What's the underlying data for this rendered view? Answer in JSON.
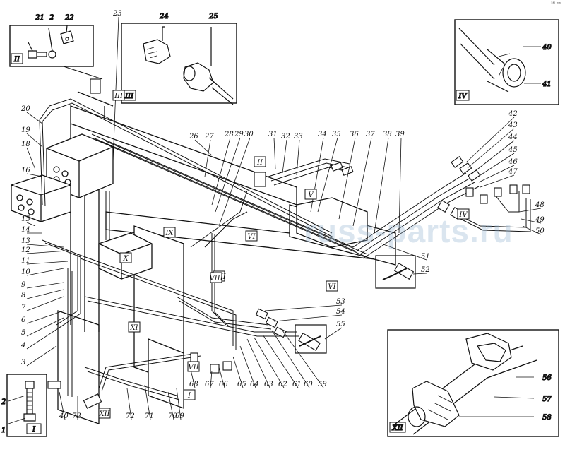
{
  "corner_mark": "⁵ᴹ ʷʷ",
  "watermark": "russ-parts.ru",
  "insets": [
    {
      "id": "II",
      "numbers": [
        "21",
        "2",
        "22"
      ]
    },
    {
      "id": "III",
      "numbers": [
        "24",
        "25"
      ]
    },
    {
      "id": "IV",
      "numbers": [
        "40",
        "41"
      ]
    },
    {
      "id": "I",
      "numbers": [
        "2",
        "1"
      ]
    },
    {
      "id": "XII",
      "numbers": [
        "56",
        "57",
        "58"
      ]
    }
  ],
  "view_marks": [
    "II",
    "V",
    "VI",
    "VI",
    "IX",
    "X",
    "VIII",
    "VII",
    "VIII",
    "XI",
    "I",
    "XII",
    "III",
    "IV"
  ],
  "callouts": [
    "20",
    "19",
    "18",
    "16",
    "15",
    "14",
    "13",
    "12",
    "11",
    "10",
    "9",
    "8",
    "7",
    "6",
    "5",
    "4",
    "3",
    "23",
    "26",
    "27",
    "28",
    "29",
    "30",
    "31",
    "32",
    "33",
    "34",
    "35",
    "36",
    "37",
    "38",
    "39",
    "42",
    "43",
    "44",
    "45",
    "46",
    "47",
    "48",
    "49",
    "50",
    "51",
    "52",
    "53",
    "54",
    "55",
    "40",
    "73",
    "72",
    "71",
    "70",
    "69",
    "68",
    "67",
    "66",
    "65",
    "64",
    "63",
    "62",
    "61",
    "60",
    "59"
  ]
}
